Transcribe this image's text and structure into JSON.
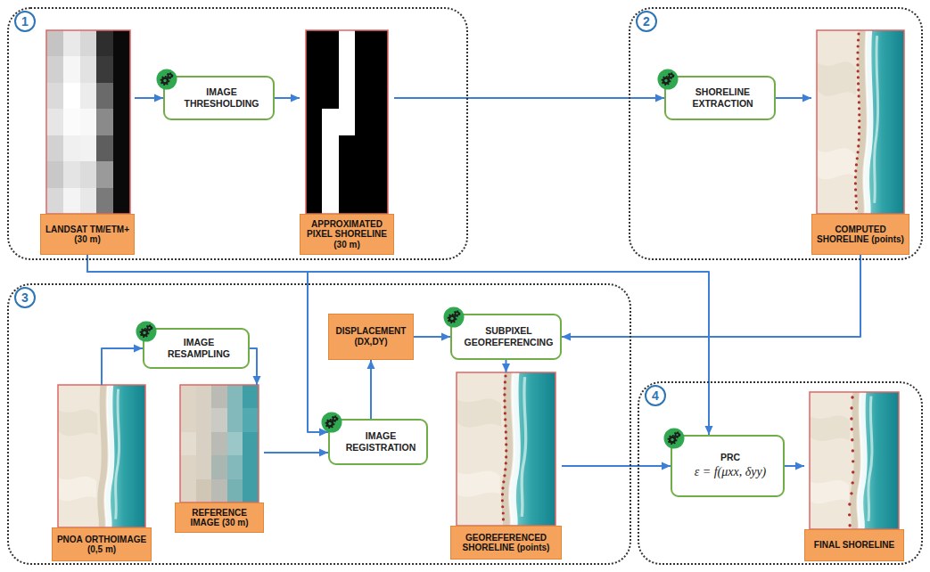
{
  "diagram": {
    "nodes": [
      {
        "text": [
          "1"
        ]
      },
      {
        "text": [
          "LANDSAT TM/ETM+ (30 m)"
        ],
        "in": 0
      },
      {
        "text": [
          "IMAGE THRESHOLDING"
        ],
        "in": 0
      },
      {
        "text": [
          "APPROXIMATED PIXEL SHORELINE (30 m)"
        ],
        "in": 0
      },
      {
        "text": [
          "2"
        ]
      },
      {
        "text": [
          "SHORELINE EXTRACTION"
        ],
        "in": 4
      },
      {
        "text": [
          "COMPUTED SHORELINE (points)"
        ],
        "in": 4
      },
      {
        "text": [
          "3"
        ]
      },
      {
        "text": [
          "IMAGE RESAMPLING"
        ],
        "in": 7
      },
      {
        "text": [
          "DISPLACEMENT (DX,DY)"
        ],
        "in": 7
      },
      {
        "text": [
          "SUBPIXEL GEOREFERENCING"
        ],
        "in": 7
      },
      {
        "text": [
          "PNOA ORTHOIMAGE (0,5 m)"
        ],
        "in": 7
      },
      {
        "text": [
          "REFERENCE IMAGE (30 m)"
        ],
        "in": 7
      },
      {
        "text": [
          "IMAGE REGISTRATION"
        ],
        "in": 7
      },
      {
        "text": [
          "GEOREFERENCED SHORELINE (points)"
        ],
        "in": 7
      },
      {
        "text": [
          "4"
        ]
      },
      {
        "text": [
          "PRC",
          "ε = f(μxx, δyy)"
        ],
        "in": 15
      },
      {
        "text": [
          "FINAL SHORELINE"
        ],
        "in": 15
      }
    ],
    "edges": [
      {
        "from": 1,
        "to": 2,
        "arrow": "to"
      },
      {
        "from": 2,
        "to": 3,
        "arrow": "to"
      },
      {
        "from": 3,
        "to": 5,
        "arrow": "to"
      },
      {
        "from": 5,
        "to": 6,
        "arrow": "to"
      },
      {
        "from": 6,
        "to": 10,
        "arrow": "to"
      },
      {
        "from": 1,
        "to": 13,
        "arrow": "to"
      },
      {
        "from": 1,
        "to": 16,
        "arrow": "to"
      },
      {
        "from": 11,
        "to": 8,
        "arrow": "to"
      },
      {
        "from": 8,
        "to": 12,
        "arrow": "to"
      },
      {
        "from": 12,
        "to": 13,
        "arrow": "to"
      },
      {
        "from": 13,
        "to": 9,
        "arrow": "to"
      },
      {
        "from": 9,
        "to": 10,
        "arrow": "to"
      },
      {
        "from": 10,
        "to": 14,
        "arrow": "to"
      },
      {
        "from": 14,
        "to": 16,
        "arrow": "to"
      },
      {
        "from": 16,
        "to": 17,
        "arrow": "to"
      }
    ]
  }
}
